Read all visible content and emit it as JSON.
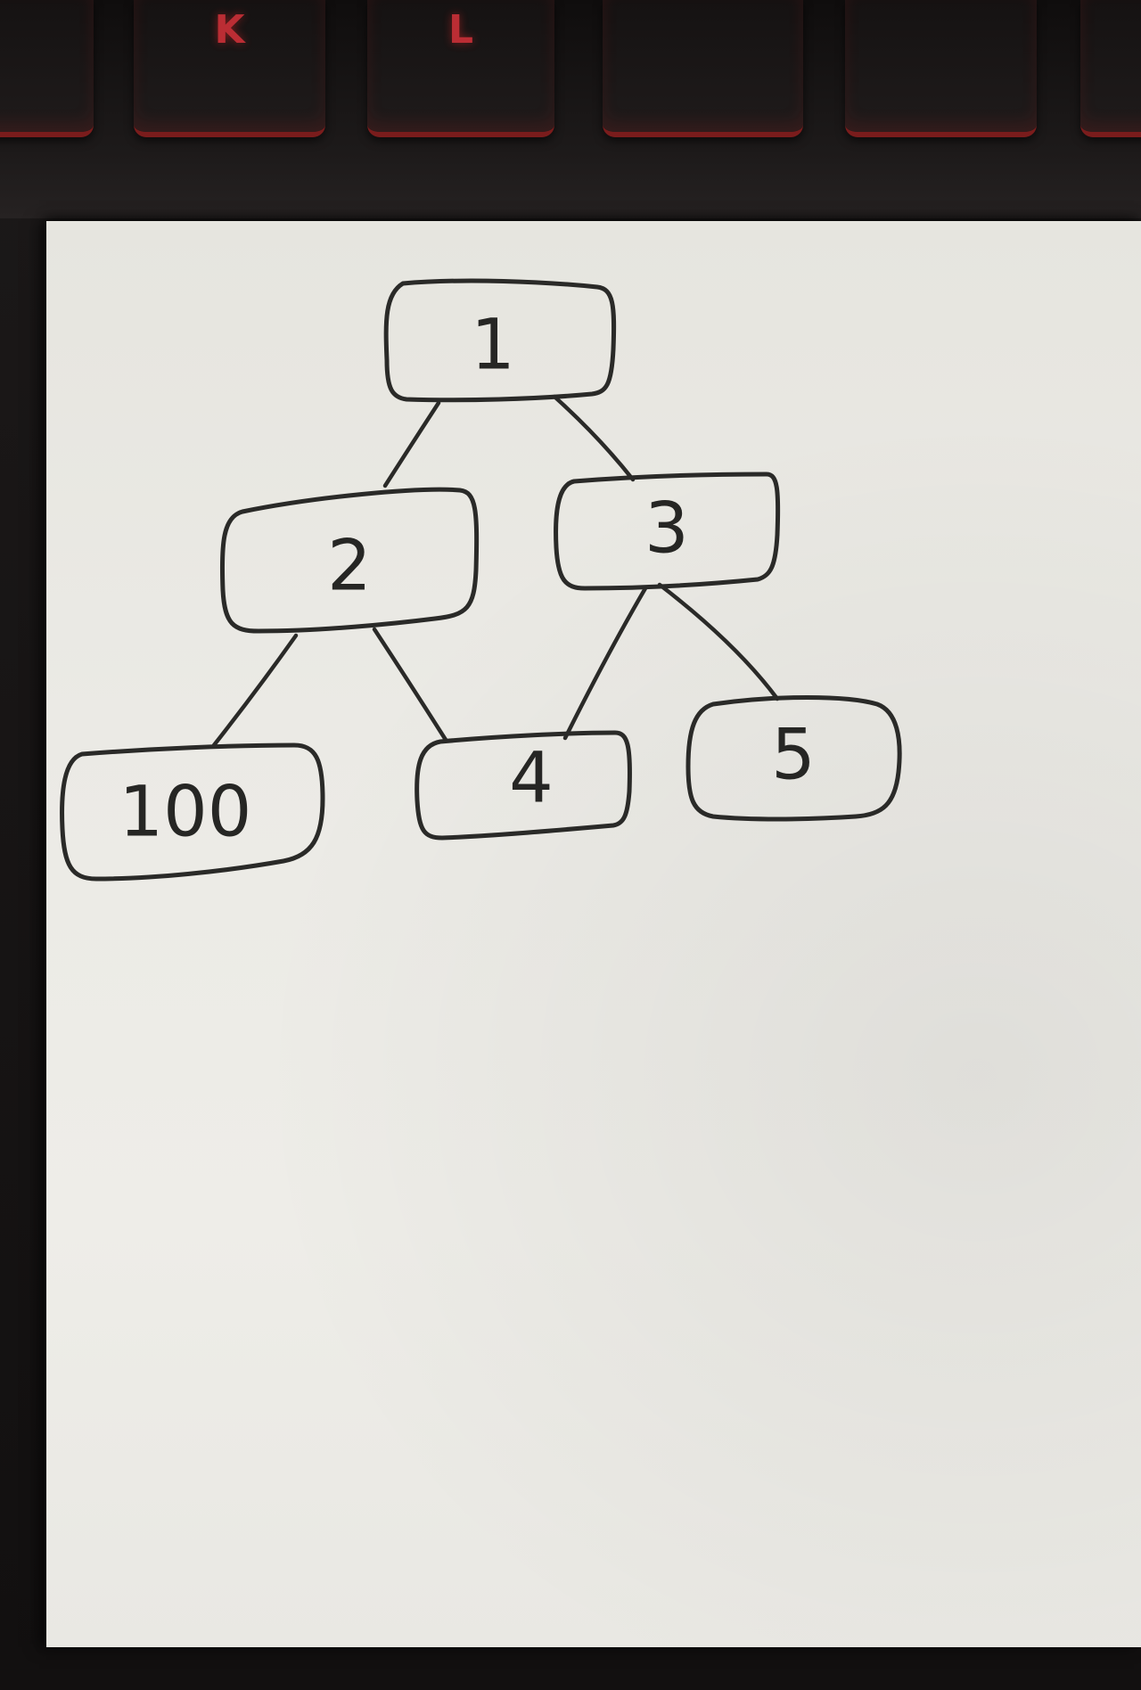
{
  "keyboard": {
    "keys": [
      {
        "legend": ""
      },
      {
        "legend": "K"
      },
      {
        "legend": "L"
      },
      {
        "legend": ""
      },
      {
        "legend": ""
      },
      {
        "legend": ""
      }
    ]
  },
  "diagram": {
    "type": "tree",
    "nodes": [
      {
        "id": "n1",
        "label": "1"
      },
      {
        "id": "n2",
        "label": "2"
      },
      {
        "id": "n3",
        "label": "3"
      },
      {
        "id": "n100",
        "label": "100"
      },
      {
        "id": "n4",
        "label": "4"
      },
      {
        "id": "n5",
        "label": "5"
      }
    ],
    "edges": [
      {
        "from": "n1",
        "to": "n2"
      },
      {
        "from": "n1",
        "to": "n3"
      },
      {
        "from": "n2",
        "to": "n100"
      },
      {
        "from": "n2",
        "to": "n4"
      },
      {
        "from": "n3",
        "to": "n4"
      },
      {
        "from": "n3",
        "to": "n5"
      }
    ]
  },
  "colors": {
    "ink": "#2a2a28",
    "paper": "#ebeae5",
    "keyboard_backlight": "#d8323a"
  }
}
